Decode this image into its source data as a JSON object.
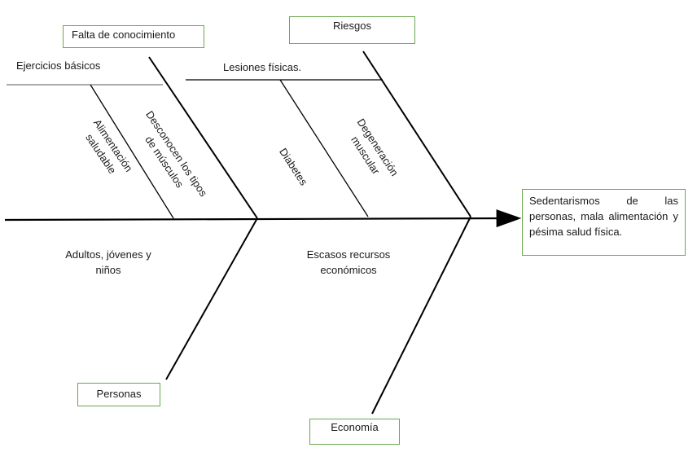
{
  "diagram": {
    "categories": {
      "conocimiento": "Falta de conocimiento",
      "riesgos": "Riesgos",
      "personas": "Personas",
      "economia": "Economía"
    },
    "causes": {
      "ejercicios": "Ejercicios básicos",
      "lesiones": "Lesiones físicas.",
      "alimentacion": "Alimentación saludable",
      "desconocen": "Desconocen los tipos de músculos",
      "diabetes": "Diabetes",
      "degeneracion": "Degeneración muscular",
      "adultos": "Adultos, jóvenes y niños",
      "escasos": "Escasos recursos económicos"
    },
    "effect": "Sedentarismos de las personas, mala alimentación y pésima salud física."
  }
}
